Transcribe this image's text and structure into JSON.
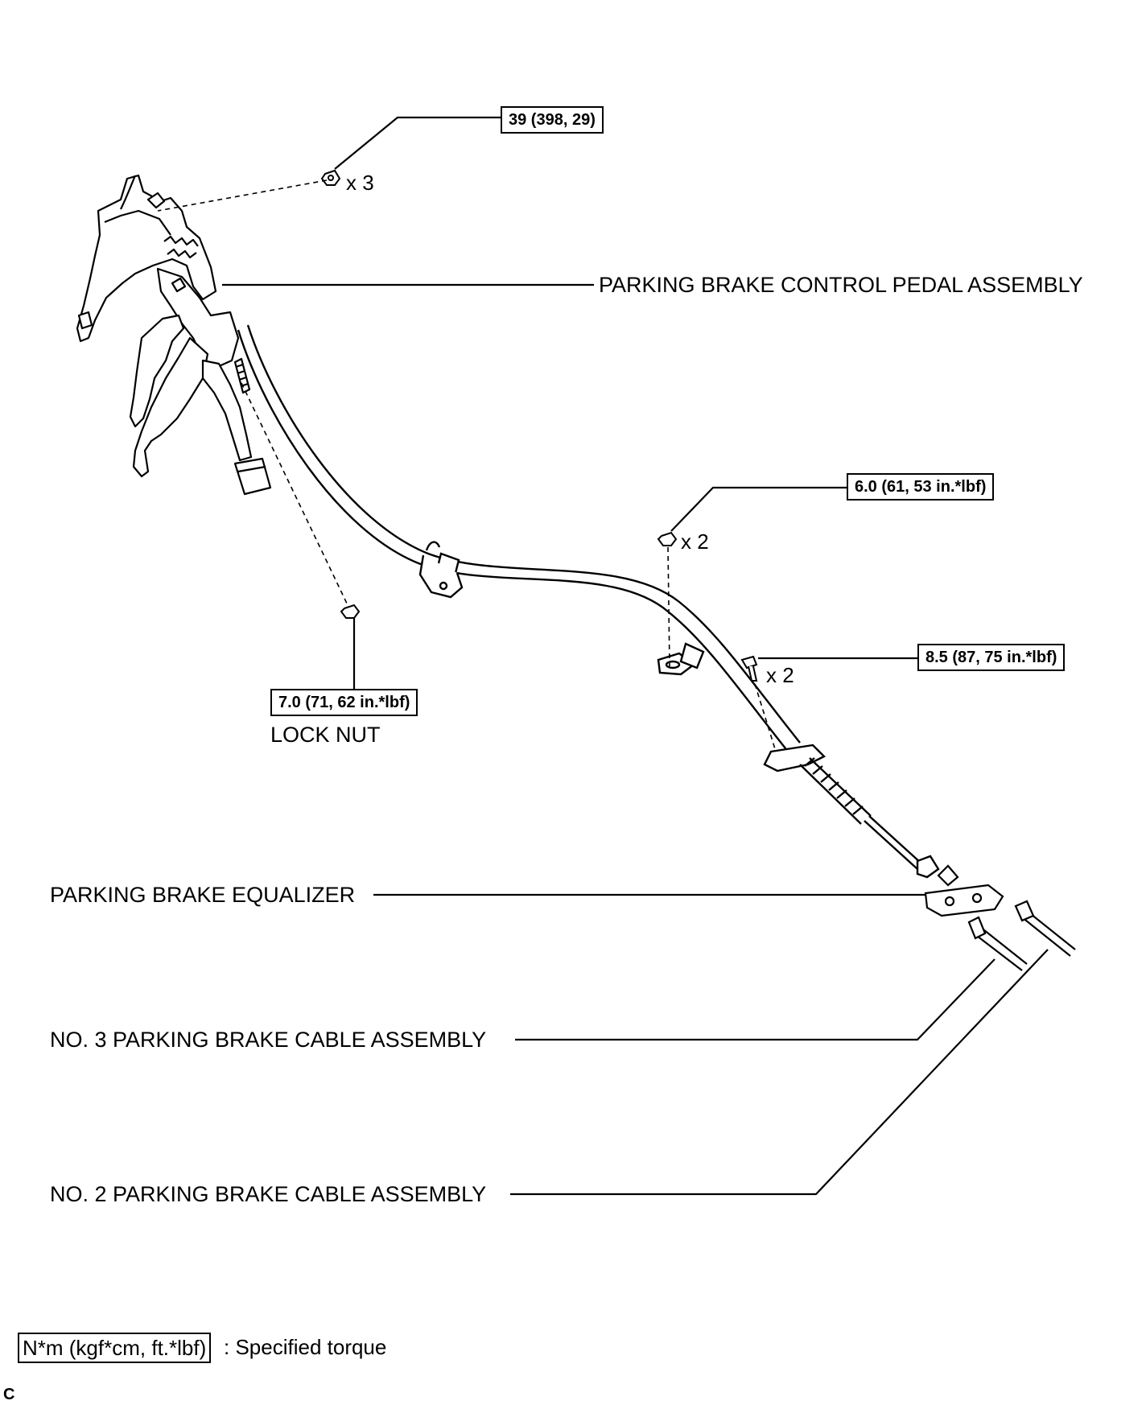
{
  "labels": {
    "pedal_assembly": "PARKING BRAKE CONTROL PEDAL ASSEMBLY",
    "lock_nut": "LOCK NUT",
    "equalizer": "PARKING BRAKE EQUALIZER",
    "no3_cable": "NO. 3 PARKING BRAKE CABLE ASSEMBLY",
    "no2_cable": "NO. 2 PARKING BRAKE CABLE ASSEMBLY"
  },
  "torques": {
    "pedal_nuts": "39 (398, 29)",
    "cable_nuts": "6.0 (61, 53 in.*lbf)",
    "cable_bolts": "8.5 (87, 75 in.*lbf)",
    "lock_nut": "7.0 (71, 62 in.*lbf)"
  },
  "quantities": {
    "pedal_nuts": "x 3",
    "cable_nuts": "x 2",
    "cable_bolts": "x 2"
  },
  "legend": {
    "unit_box": "N*m (kgf*cm, ft.*lbf)",
    "description": ": Specified torque"
  },
  "corner_mark": "C"
}
